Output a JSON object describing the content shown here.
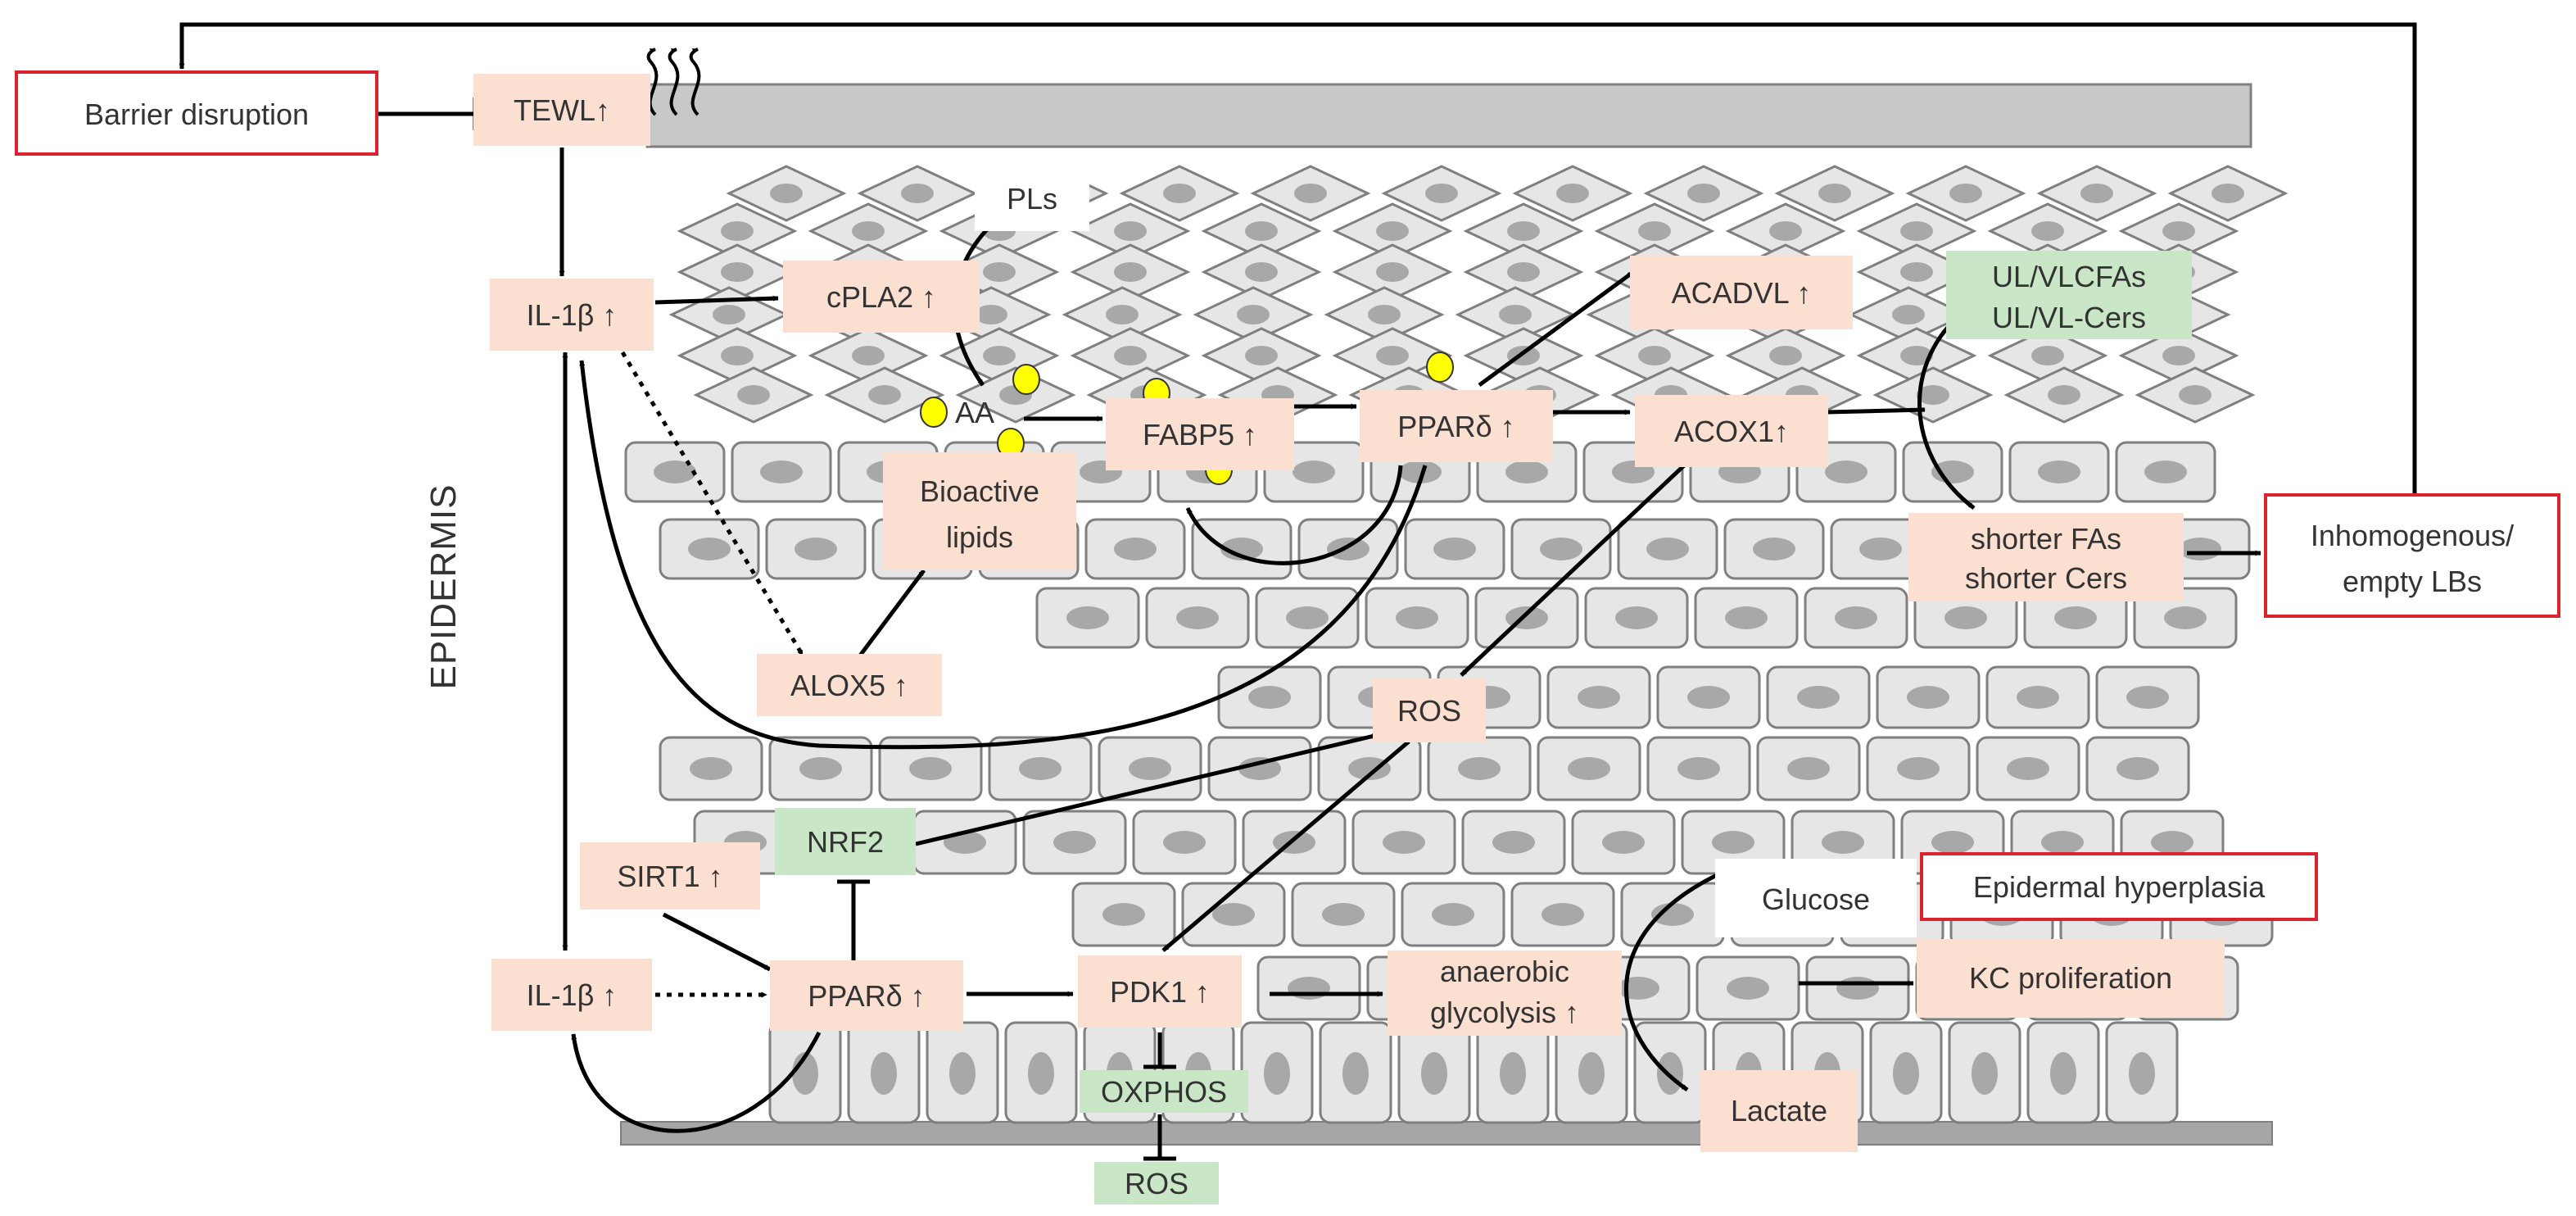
{
  "colors": {
    "pink_box": "#fbe0d2",
    "green_box": "#c9e7c7",
    "red_border": "#d9232e",
    "cell_fill": "#e6e6e6",
    "cell_stroke": "#7f7f7f",
    "nucleus": "#a8a8a8",
    "lipid": "#ffff00",
    "arrow": "#000000",
    "membrane": "#c8c8c8"
  },
  "side_label": "EPIDERMIS",
  "nodes": {
    "barrier_disruption": "Barrier disruption",
    "tewl": "TEWL↑",
    "il1b_top": "IL-1β ↑",
    "cpla2": "cPLA2 ↑",
    "pls": "PLs",
    "aa": "AA",
    "bioactive_lipids_1": "Bioactive",
    "bioactive_lipids_2": "lipids",
    "fabp5": "FABP5 ↑",
    "ppard_top": "PPARδ ↑",
    "acadvl": "ACADVL ↑",
    "acox1": "ACOX1↑",
    "ul_vlcfas_1": "UL/VLCFAs",
    "ul_vlcfas_2": "UL/VL-Cers",
    "shorter_1": "shorter FAs",
    "shorter_2": "shorter Cers",
    "lbs_1": "Inhomogenous/",
    "lbs_2": "empty LBs",
    "alox5": "ALOX5 ↑",
    "ros_mid": "ROS",
    "nrf2": "NRF2",
    "sirt1": "SIRT1 ↑",
    "il1b_bottom": "IL-1β ↑",
    "ppard_bottom": "PPARδ ↑",
    "pdk1": "PDK1 ↑",
    "glycolysis_1": "anaerobic",
    "glycolysis_2": "glycolysis ↑",
    "glucose": "Glucose",
    "hyperplasia": "Epidermal hyperplasia",
    "kc_proliferation": "KC proliferation",
    "lactate": "Lactate",
    "oxphos": "OXPHOS",
    "ros_bottom": "ROS"
  }
}
